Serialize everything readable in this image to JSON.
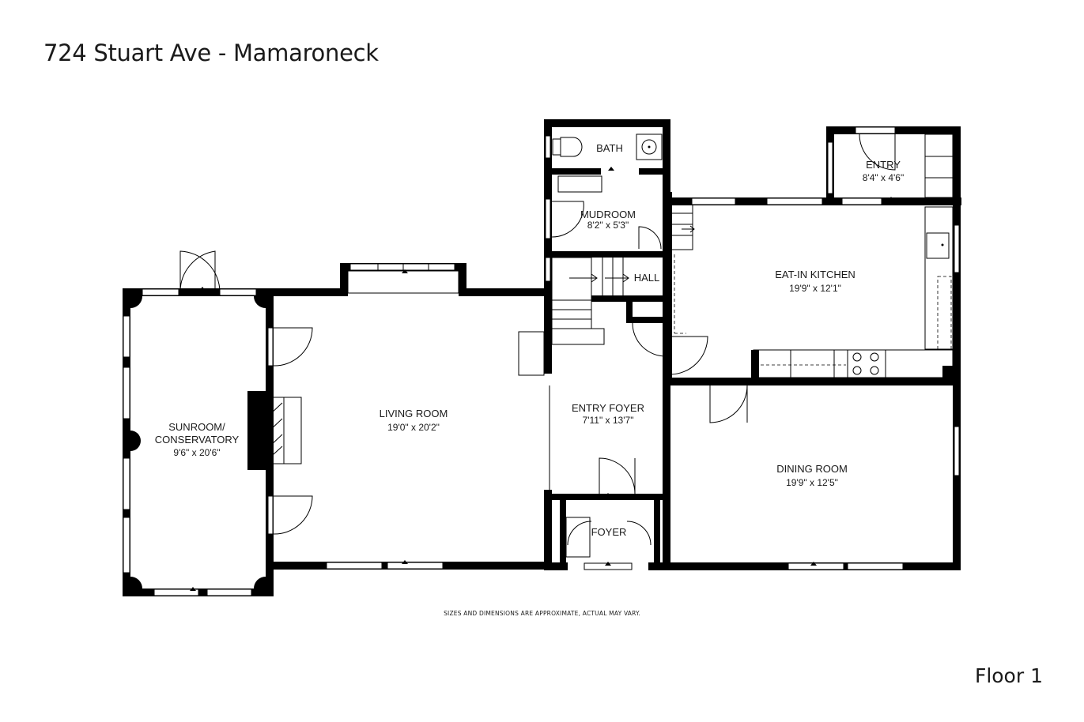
{
  "header": {
    "title": "724 Stuart Ave - Mamaroneck"
  },
  "rooms": {
    "sunroom": {
      "name_line1": "SUNROOM/",
      "name_line2": "CONSERVATORY",
      "dims": "9'6\" x 20'6\""
    },
    "living": {
      "name": "LIVING ROOM",
      "dims": "19'0\" x 20'2\""
    },
    "bath": {
      "name": "BATH"
    },
    "mudroom": {
      "name": "MUDROOM",
      "dims": "8'2\" x 5'3\""
    },
    "hall": {
      "name": "HALL"
    },
    "entry": {
      "name": "ENTRY",
      "dims": "8'4\" x 4'6\""
    },
    "kitchen": {
      "name": "EAT-IN KITCHEN",
      "dims": "19'9\" x 12'1\""
    },
    "entry_foyer": {
      "name": "ENTRY FOYER",
      "dims": "7'11\" x 13'7\""
    },
    "dining": {
      "name": "DINING ROOM",
      "dims": "19'9\" x 12'5\""
    },
    "foyer": {
      "name": "FOYER"
    }
  },
  "footer": {
    "disclaimer": "SIZES AND DIMENSIONS ARE APPROXIMATE, ACTUAL MAY VARY.",
    "floor": "Floor 1"
  }
}
